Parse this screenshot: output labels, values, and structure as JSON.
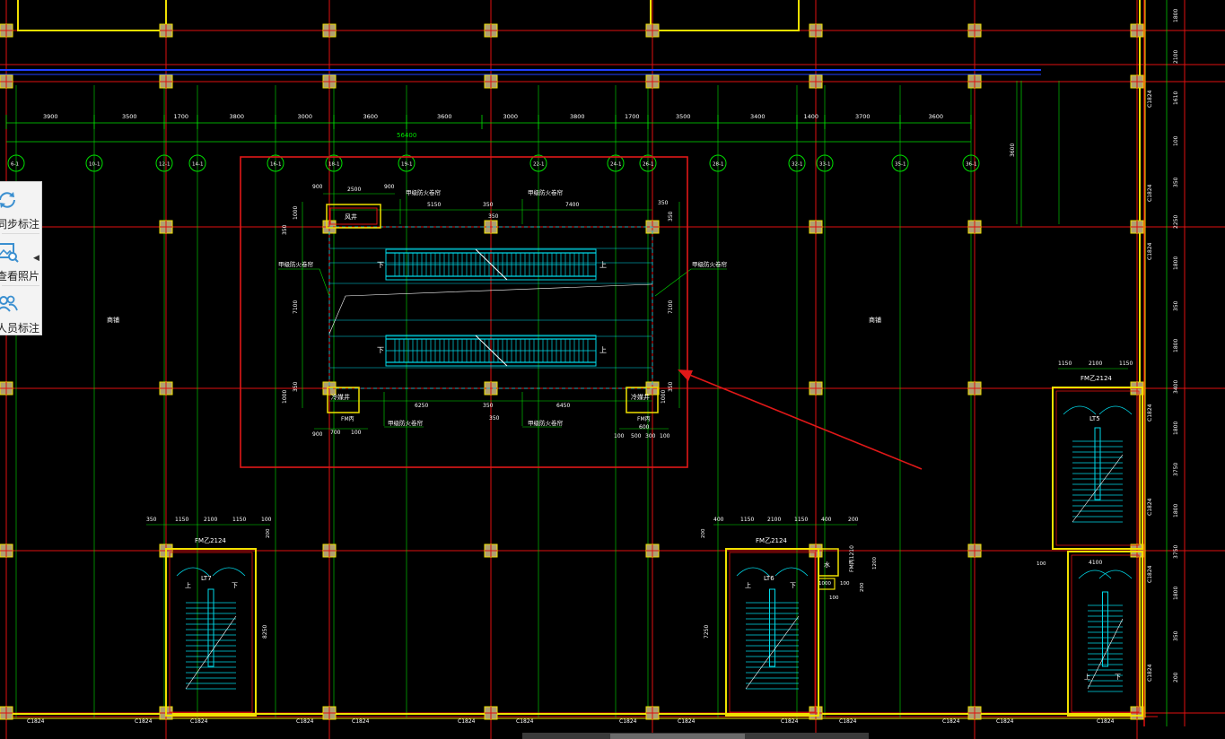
{
  "drawing": {
    "top_dims": [
      "3900",
      "3500",
      "1700",
      "3800",
      "3000",
      "3600",
      "3600",
      "3000",
      "3800",
      "1700",
      "3500",
      "3400",
      "1400",
      "3700",
      "3600"
    ],
    "total_dim": "56400",
    "axis_bubbles": [
      "6-1",
      "10-1",
      "12-1",
      "14-1",
      "16-1",
      "18-1",
      "19-1",
      "22-1",
      "24-1",
      "26-1",
      "28-1",
      "32-1",
      "33-1",
      "35-1",
      "36-1"
    ],
    "room_left": "商铺",
    "room_right": "商铺",
    "shutter_label": "甲级防火卷帘",
    "wind_shaft": "风井",
    "cool_shaft": "冷媒井",
    "door_fmc": "FM丙",
    "atrium_dims": {
      "d900": "900",
      "d2500": "2500",
      "d5150": "5150",
      "d350": "350",
      "d7400": "7400",
      "d1000": "1000",
      "d7100": "7100",
      "d6250": "6250",
      "d6450": "6450",
      "d700": "700",
      "d100": "100",
      "d600": "600",
      "d500": "500",
      "d300": "300"
    },
    "escalator_up": "上",
    "escalator_down": "下",
    "stair_left": {
      "name": "LT7",
      "door": "FM乙2124",
      "dims": [
        "350",
        "1150",
        "2100",
        "1150",
        "100"
      ],
      "side": "200",
      "len": "8250",
      "up": "上",
      "down": "下"
    },
    "stair_mid": {
      "name": "LT6",
      "door": "FM乙2124",
      "dims": [
        "400",
        "1150",
        "2100",
        "1150",
        "400",
        "200"
      ],
      "side": "200",
      "len": "7250",
      "up": "上",
      "down": "下",
      "water": "水",
      "fmb": "FM丙1210",
      "w1": "1000",
      "w2": "100",
      "w3": "1200",
      "w4": "200"
    },
    "stair_right": {
      "name": "LT5",
      "door": "FM乙2124",
      "dims": [
        "1150",
        "2100",
        "1150"
      ],
      "dim2": "4100",
      "up": "上",
      "down": "下",
      "side": "100"
    },
    "window_tag": "C1824",
    "right_dims": [
      "1800",
      "2100",
      "1610",
      "100",
      "350",
      "2250",
      "1800",
      "350",
      "1800",
      "3400",
      "1800",
      "3750",
      "1800",
      "3750",
      "1800",
      "350",
      "200"
    ],
    "right_vert_dim": "3600"
  },
  "side_panel": {
    "items": [
      {
        "label": "同步标注",
        "icon": "sync-icon"
      },
      {
        "label": "查看照片",
        "icon": "photo-icon"
      },
      {
        "label": "人员标注",
        "icon": "people-icon"
      }
    ],
    "collapse_glyph": "◀"
  },
  "colors": {
    "grid_red": "#e01010",
    "dim_green": "#00e000",
    "wall_yellow": "#f0e000",
    "stair_cyan": "#00d8e8",
    "column_fill": "#b0a070",
    "highlight_red": "#e01818",
    "text_white": "#ffffff",
    "band_blue": "#2040ff"
  }
}
